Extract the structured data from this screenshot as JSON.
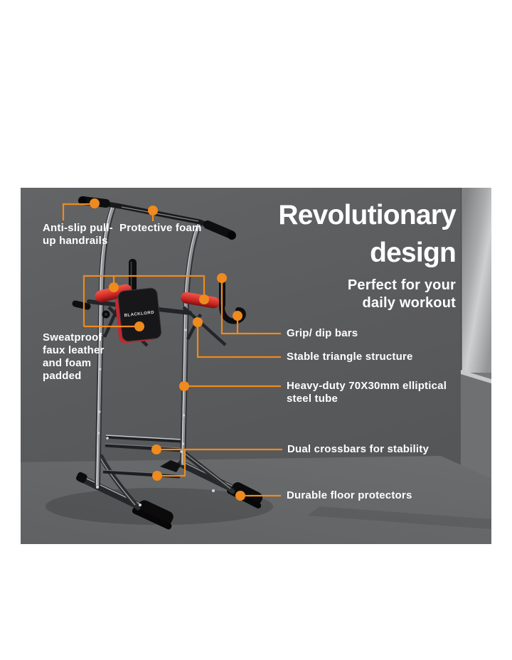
{
  "colors": {
    "accent": "#EE8A1E",
    "wall": "#5A5B5D",
    "side_wall": "#77797B",
    "floor": "#717375",
    "pad_red": "#D93A30",
    "text": "#FFFFFF"
  },
  "hero": {
    "title_line1": "Revolutionary",
    "title_line2": "design",
    "subtitle_line1": "Perfect for your",
    "subtitle_line2": "daily workout"
  },
  "brand": {
    "logo_text": "BLACKLORD"
  },
  "callouts": {
    "handrails": {
      "lines": [
        "Anti-slip pull-",
        "up handrails"
      ]
    },
    "foam": {
      "lines": [
        "Protective foam"
      ]
    },
    "padding": {
      "lines": [
        "Sweatproof",
        "faux leather",
        "and foam",
        "padded"
      ]
    },
    "grip": {
      "lines": [
        "Grip/ dip bars"
      ]
    },
    "triangle": {
      "lines": [
        "Stable triangle structure"
      ]
    },
    "tube": {
      "lines": [
        "Heavy-duty 70X30mm elliptical",
        "steel tube"
      ]
    },
    "crossbars": {
      "lines": [
        "Dual crossbars for stability"
      ]
    },
    "floor": {
      "lines": [
        "Durable floor protectors"
      ]
    }
  }
}
